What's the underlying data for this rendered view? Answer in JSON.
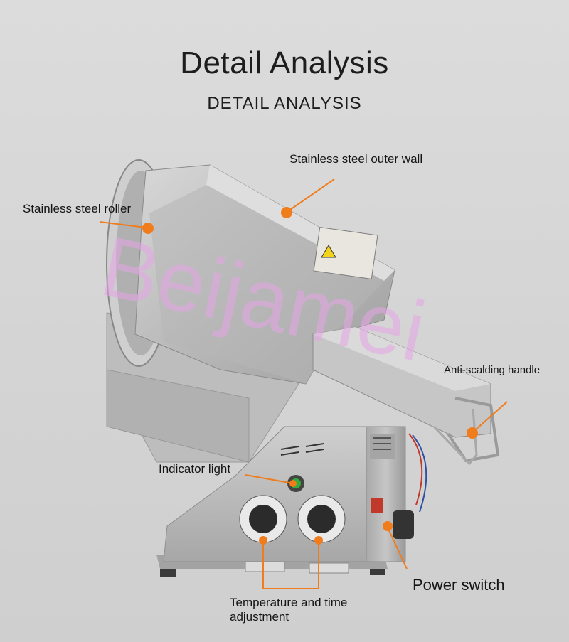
{
  "header": {
    "title": "Detail Analysis",
    "subtitle": "DETAIL ANALYSIS"
  },
  "callouts": {
    "outer_wall": "Stainless steel outer wall",
    "roller": "Stainless steel roller",
    "handle": "Anti-scalding handle",
    "indicator": "Indicator light",
    "power_switch": "Power switch",
    "temp_time_line1": "Temperature and time",
    "temp_time_line2": "adjustment"
  },
  "watermark": "Beijamei",
  "colors": {
    "accent": "#f07c1c",
    "steel": "#b8b8b8",
    "background": "#d6d6d6",
    "watermark": "#e6a6e6"
  }
}
